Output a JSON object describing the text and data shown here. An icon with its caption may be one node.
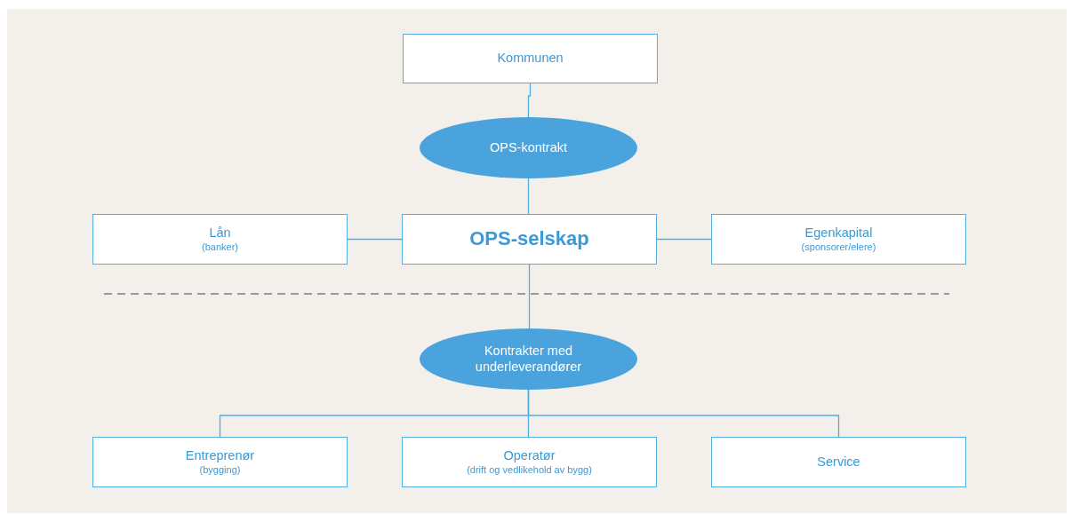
{
  "diagram": {
    "nodes": [
      {
        "text": [
          "Kommunen"
        ]
      },
      {
        "text": [
          "OPS-kontrakt"
        ]
      },
      {
        "text": [
          "Lån",
          "(banker)"
        ]
      },
      {
        "text": [
          "OPS-selskap"
        ]
      },
      {
        "text": [
          "Egenkapital",
          "(sponsorer/elere)"
        ]
      },
      {
        "text": [
          "Kontrakter med underleverandører"
        ]
      },
      {
        "text": [
          "Entreprenør",
          "(bygging)"
        ]
      },
      {
        "text": [
          "Operatør",
          "(drift og vedlikehold av bygg)"
        ]
      },
      {
        "text": [
          "Service"
        ]
      }
    ],
    "edges": [
      {
        "from": 0,
        "to": 1,
        "arrow": "none"
      },
      {
        "from": 1,
        "to": 3,
        "arrow": "none"
      },
      {
        "from": 2,
        "to": 3,
        "arrow": "none"
      },
      {
        "from": 3,
        "to": 4,
        "arrow": "none"
      },
      {
        "from": 3,
        "to": 5,
        "arrow": "none"
      },
      {
        "from": 5,
        "to": 6,
        "arrow": "none"
      },
      {
        "from": 5,
        "to": 7,
        "arrow": "none"
      },
      {
        "from": 5,
        "to": 8,
        "arrow": "none"
      }
    ]
  }
}
